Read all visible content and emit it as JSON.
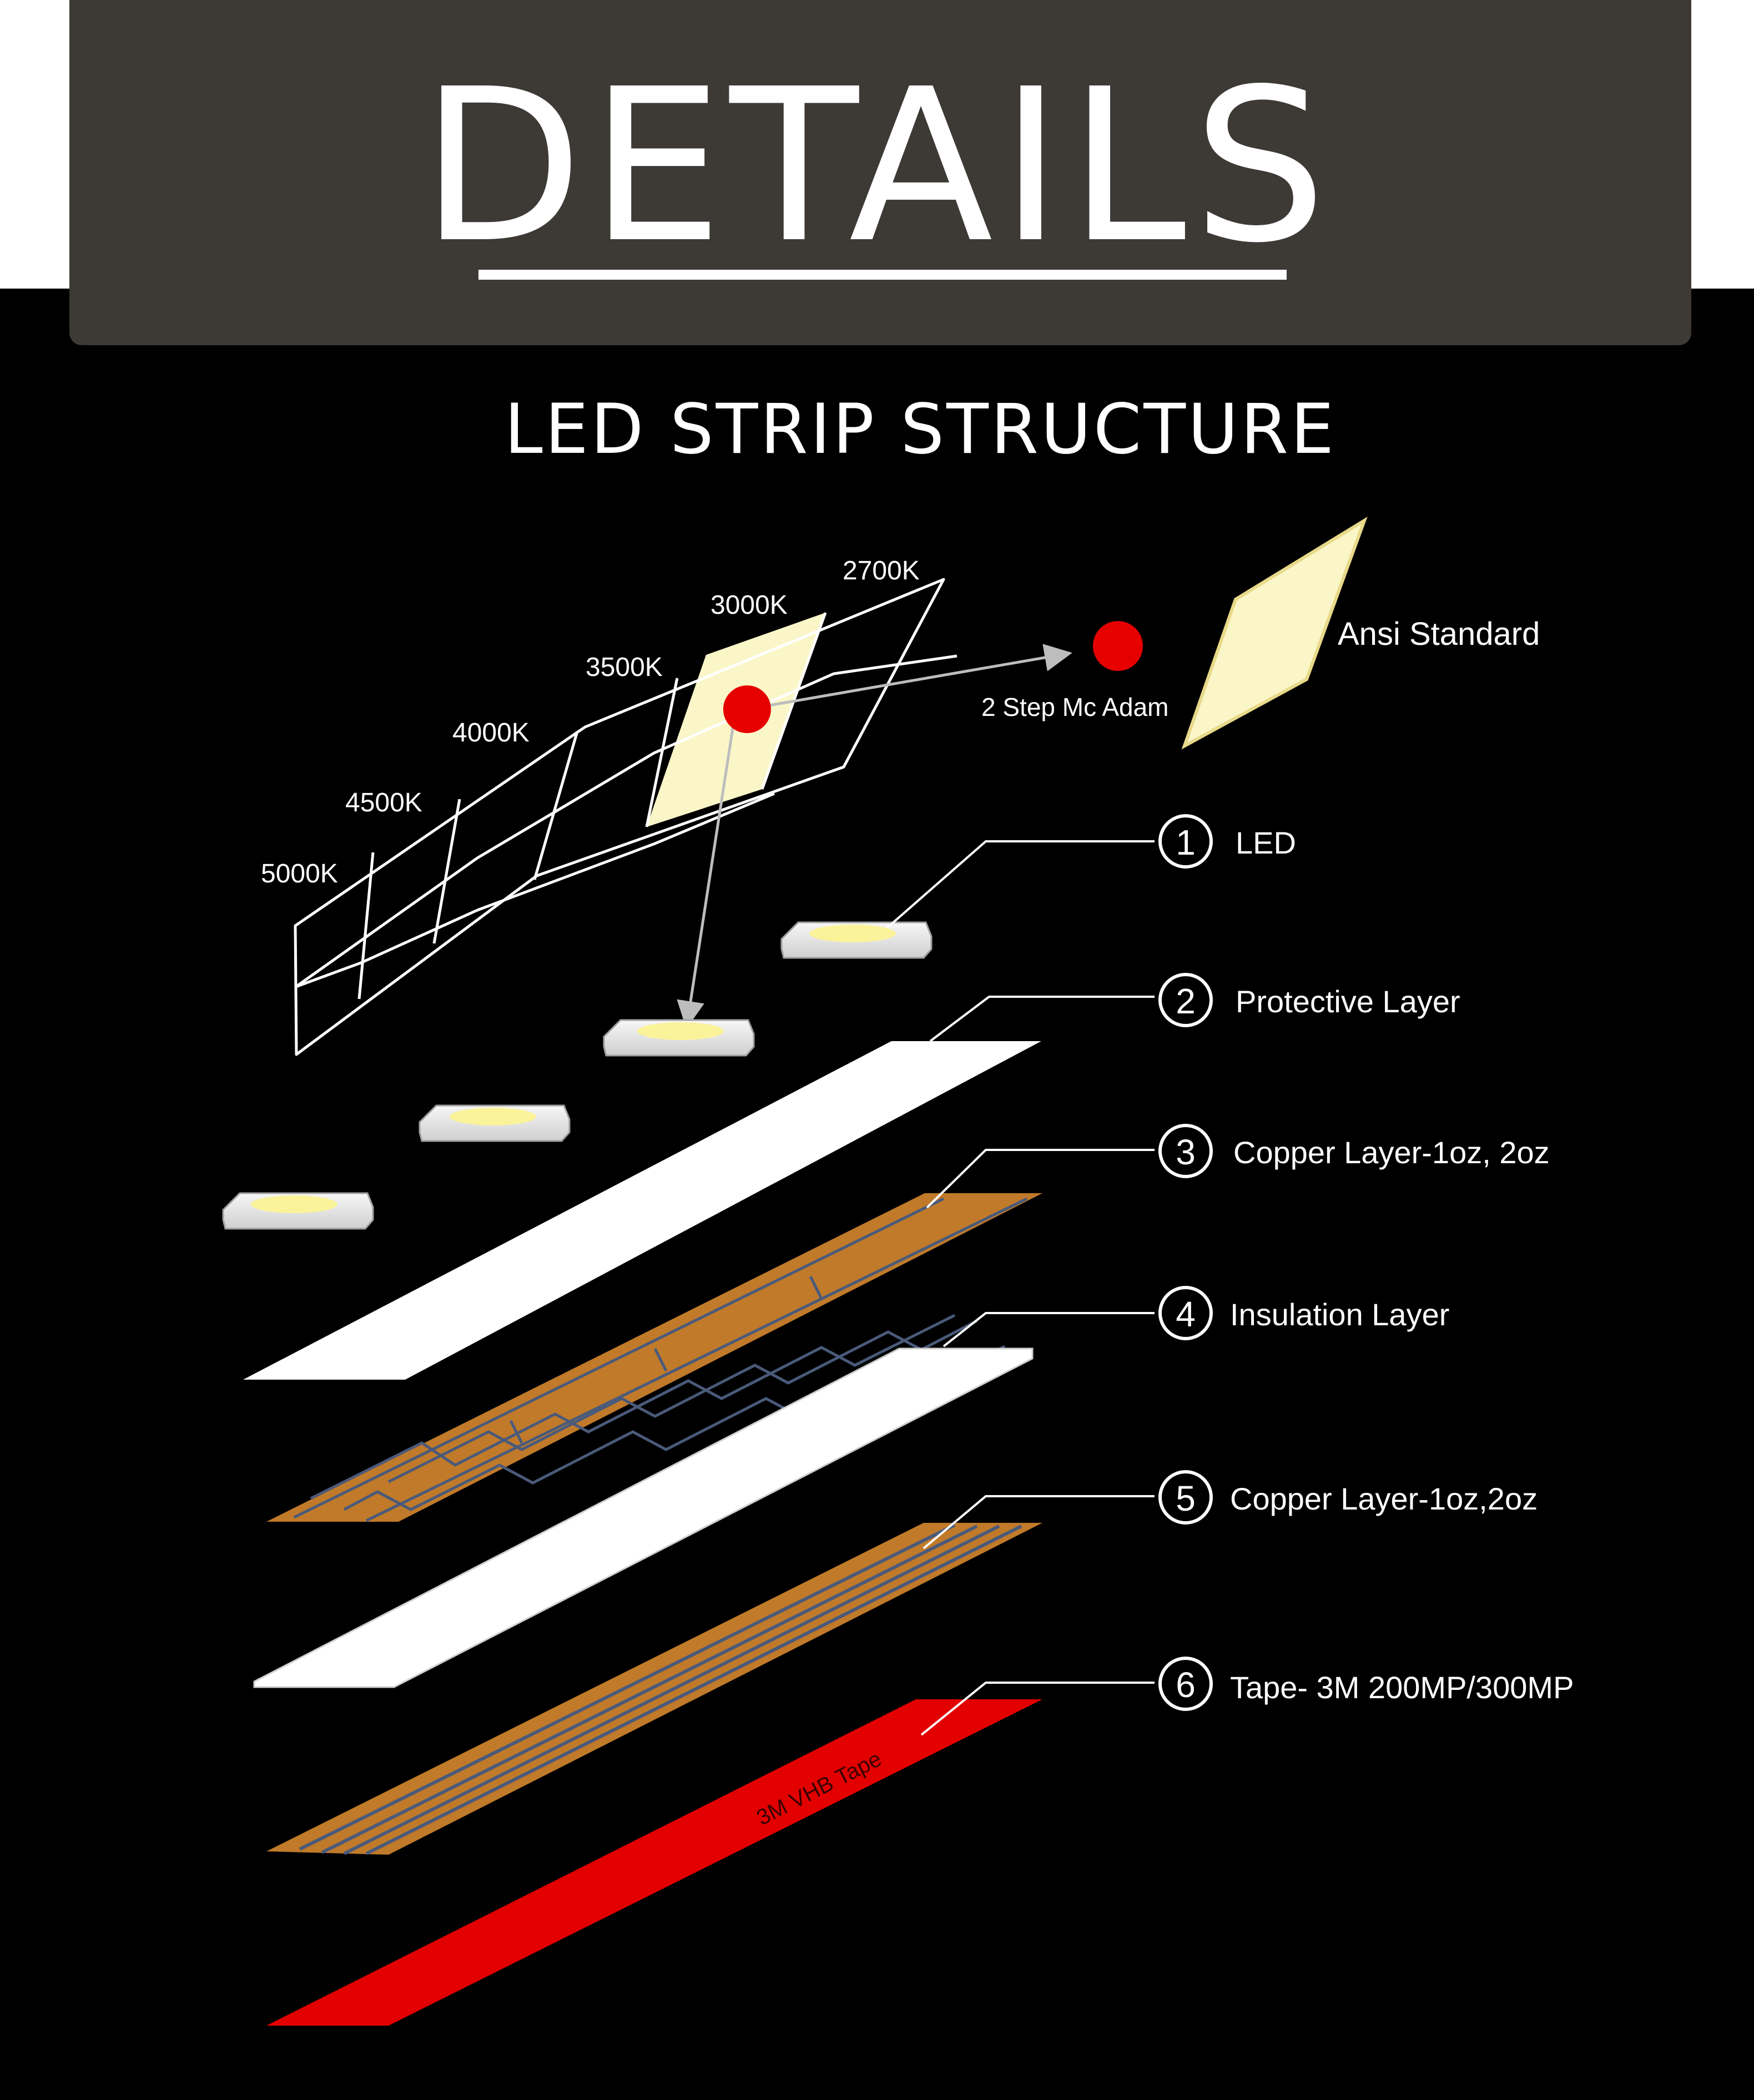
{
  "header": {
    "title": "DETAILS"
  },
  "subtitle": "LED STRIP STRUCTURE",
  "chromaticity": {
    "temperatures": [
      "2700K",
      "3000K",
      "3500K",
      "4000K",
      "4500K",
      "5000K"
    ],
    "mcadam_label": "2 Step Mc Adam",
    "ansi_label": "Ansi Standard"
  },
  "layers": [
    {
      "number": "1",
      "label": "LED"
    },
    {
      "number": "2",
      "label": "Protective Layer"
    },
    {
      "number": "3",
      "label": "Copper Layer-1oz, 2oz"
    },
    {
      "number": "4",
      "label": "Insulation Layer"
    },
    {
      "number": "5",
      "label": "Copper Layer-1oz,2oz"
    },
    {
      "number": "6",
      "label": "Tape- 3M 200MP/300MP"
    }
  ],
  "tape_print": "3M VHB Tape",
  "colors": {
    "header_bg": "#3d3a36",
    "ansi_fill": "#fbf6c8",
    "dot_red": "#e60000",
    "copper": "#c07a2a",
    "tape_red": "#e30000"
  }
}
